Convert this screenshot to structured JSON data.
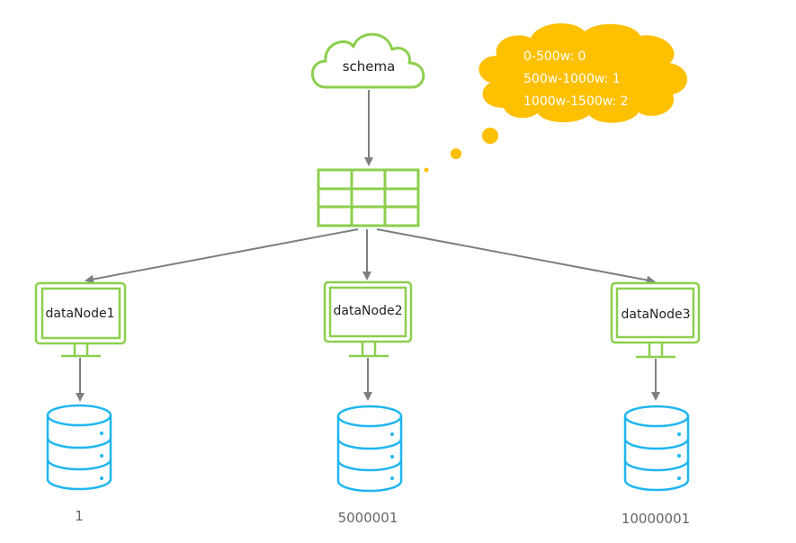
{
  "colors": {
    "green": "#8ccf4d",
    "blue": "#1fb6f0",
    "yellow": "#ffc000",
    "arrow": "#7f7f7f",
    "text": "#222222",
    "value_text": "#666666",
    "bubble_text": "#ffffff"
  },
  "schema": {
    "label": "schema"
  },
  "bubble": {
    "lines": [
      "0-500w: 0",
      "500w-1000w: 1",
      "1000w-1500w: 2"
    ]
  },
  "nodes": [
    {
      "label": "dataNode1",
      "value": "1"
    },
    {
      "label": "dataNode2",
      "value": "5000001"
    },
    {
      "label": "dataNode3",
      "value": "10000001"
    }
  ]
}
